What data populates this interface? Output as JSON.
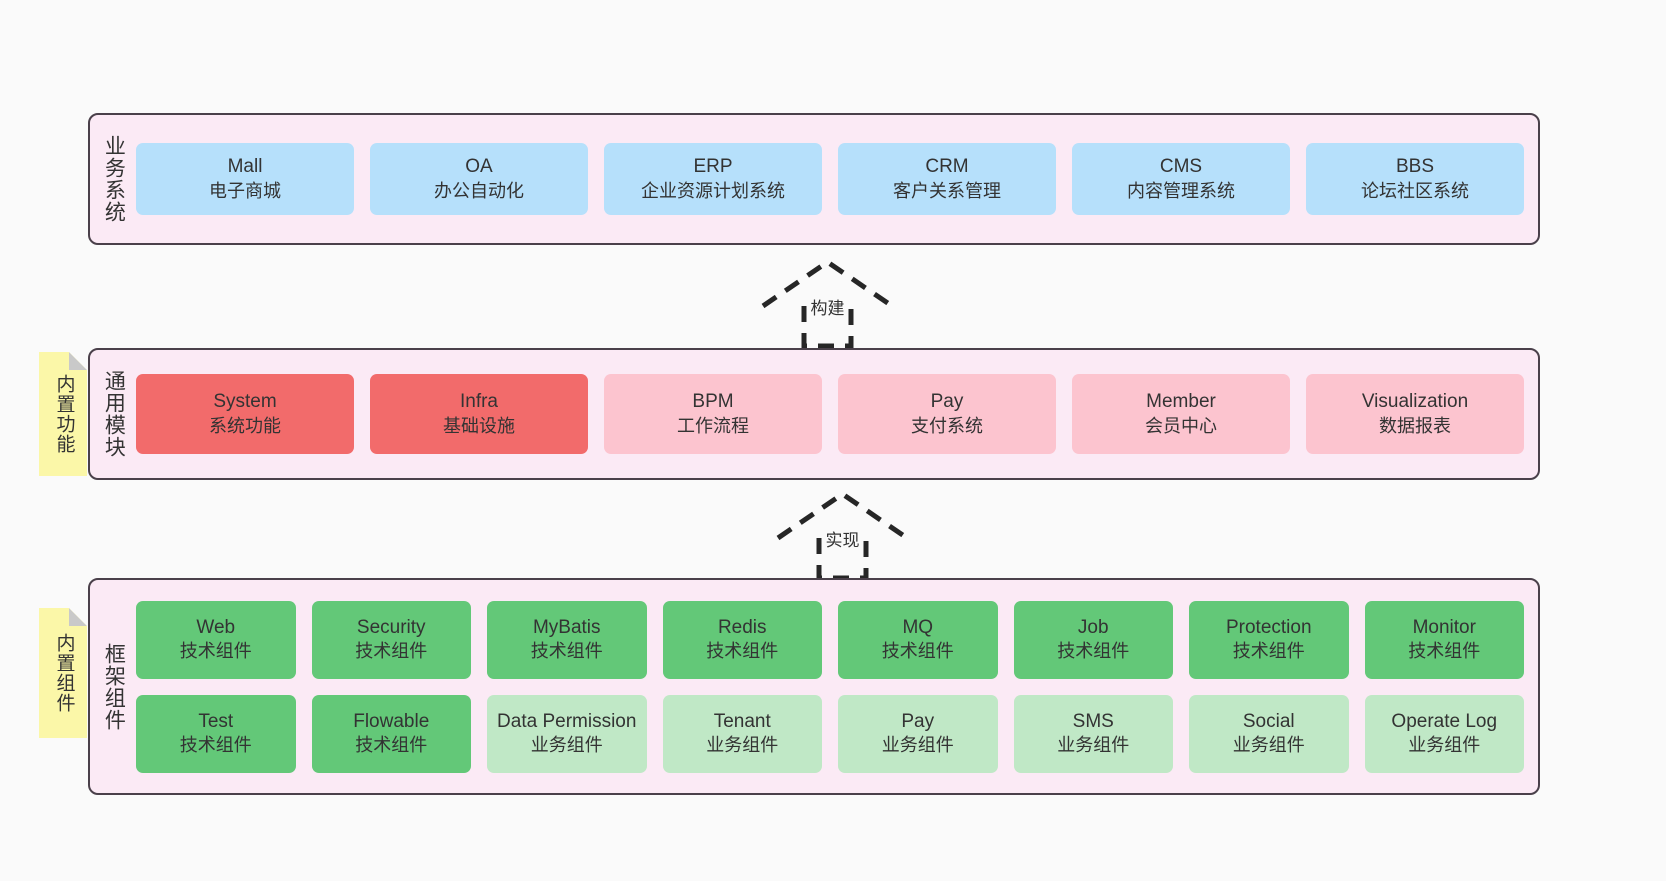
{
  "diagram": {
    "title_notes": [
      {
        "id": "common",
        "text": "内置功能"
      },
      {
        "id": "framework",
        "text": "内置组件"
      }
    ],
    "colors": {
      "layer_background": "#fbeaf5",
      "layer_border": "#4a404a",
      "business_node": "#b6e0fb",
      "common_core_node": "#f26b6b",
      "common_node": "#fcc4cf",
      "framework_tech_node": "#63c878",
      "framework_biz_node": "#c0e8c6",
      "sticky_note": "#fbf7a8",
      "page_background": "#fafafa"
    },
    "layers": [
      {
        "id": "business",
        "title": "业务系统",
        "rows": [
          {
            "nodes": [
              {
                "en": "Mall",
                "cn": "电子商城",
                "style": "blue"
              },
              {
                "en": "OA",
                "cn": "办公自动化",
                "style": "blue"
              },
              {
                "en": "ERP",
                "cn": "企业资源计划系统",
                "style": "blue"
              },
              {
                "en": "CRM",
                "cn": "客户关系管理",
                "style": "blue"
              },
              {
                "en": "CMS",
                "cn": "内容管理系统",
                "style": "blue"
              },
              {
                "en": "BBS",
                "cn": "论坛社区系统",
                "style": "blue"
              }
            ]
          }
        ]
      },
      {
        "id": "common",
        "title": "通用模块",
        "rows": [
          {
            "nodes": [
              {
                "en": "System",
                "cn": "系统功能",
                "style": "red"
              },
              {
                "en": "Infra",
                "cn": "基础设施",
                "style": "red"
              },
              {
                "en": "BPM",
                "cn": "工作流程",
                "style": "pink"
              },
              {
                "en": "Pay",
                "cn": "支付系统",
                "style": "pink"
              },
              {
                "en": "Member",
                "cn": "会员中心",
                "style": "pink"
              },
              {
                "en": "Visualization",
                "cn": "数据报表",
                "style": "pink"
              }
            ]
          }
        ]
      },
      {
        "id": "framework",
        "title": "框架组件",
        "rows": [
          {
            "nodes": [
              {
                "en": "Web",
                "cn": "技术组件",
                "style": "green"
              },
              {
                "en": "Security",
                "cn": "技术组件",
                "style": "green"
              },
              {
                "en": "MyBatis",
                "cn": "技术组件",
                "style": "green"
              },
              {
                "en": "Redis",
                "cn": "技术组件",
                "style": "green"
              },
              {
                "en": "MQ",
                "cn": "技术组件",
                "style": "green"
              },
              {
                "en": "Job",
                "cn": "技术组件",
                "style": "green"
              },
              {
                "en": "Protection",
                "cn": "技术组件",
                "style": "green"
              },
              {
                "en": "Monitor",
                "cn": "技术组件",
                "style": "green"
              }
            ]
          },
          {
            "nodes": [
              {
                "en": "Test",
                "cn": "技术组件",
                "style": "green"
              },
              {
                "en": "Flowable",
                "cn": "技术组件",
                "style": "green"
              },
              {
                "en": "Data Permission",
                "cn": "业务组件",
                "style": "green-light"
              },
              {
                "en": "Tenant",
                "cn": "业务组件",
                "style": "green-light"
              },
              {
                "en": "Pay",
                "cn": "业务组件",
                "style": "green-light"
              },
              {
                "en": "SMS",
                "cn": "业务组件",
                "style": "green-light"
              },
              {
                "en": "Social",
                "cn": "业务组件",
                "style": "green-light"
              },
              {
                "en": "Operate Log",
                "cn": "业务组件",
                "style": "green-light"
              }
            ]
          }
        ]
      }
    ],
    "arrows": [
      {
        "id": "build",
        "label": "构建",
        "from": "common",
        "to": "business"
      },
      {
        "id": "impl",
        "label": "实现",
        "from": "framework",
        "to": "common"
      }
    ]
  }
}
